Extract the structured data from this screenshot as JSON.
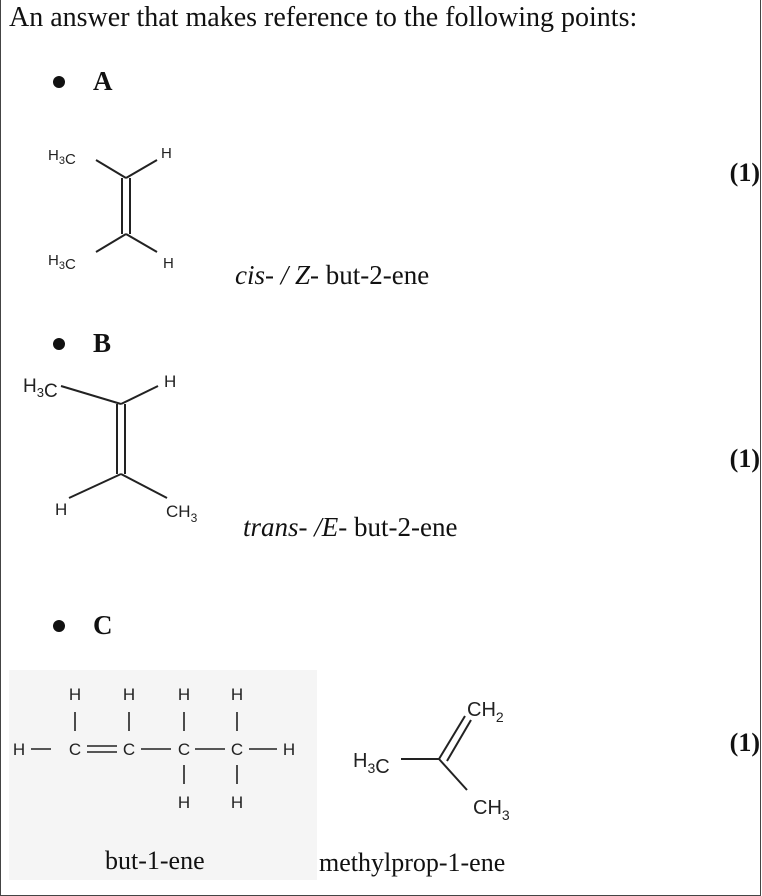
{
  "intro": "An answer that makes reference to the following points:",
  "marks": {
    "a": "(1)",
    "b": "(1)",
    "c": "(1)"
  },
  "section_a": {
    "label": "A",
    "atoms": {
      "top_left": "H3C",
      "bottom_left": "H3C",
      "top_right": "H",
      "bottom_right": "H"
    },
    "name_italic": "cis- / Z-",
    "name_rest": " but-2-ene"
  },
  "section_b": {
    "label": "B",
    "atoms": {
      "top_left": "H3C",
      "bottom_left": "H",
      "top_right": "H",
      "bottom_right": "CH3"
    },
    "name_italic": "trans- /E-",
    "name_rest": " but-2-ene"
  },
  "section_c": {
    "label": "C",
    "left_name": "but-1-ene",
    "right_name": "methylprop-1-ene",
    "displayed_formula": {
      "hydrogen": "H",
      "carbon": "C"
    },
    "skeletal": {
      "left_group": "H3C",
      "top_group": "CH2",
      "bottom_group": "CH3"
    }
  }
}
